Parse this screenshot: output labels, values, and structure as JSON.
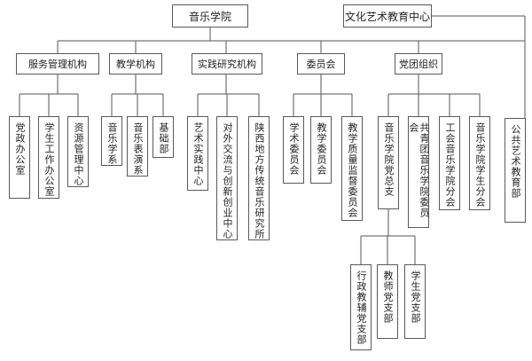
{
  "root": {
    "label": "音乐学院"
  },
  "culture_center": {
    "label": "文化艺术教育中心"
  },
  "departments": [
    {
      "key": "service",
      "label": "服务管理机构",
      "children": [
        "党政办公室",
        "学生工作办公室",
        "资源管理中心"
      ]
    },
    {
      "key": "teaching",
      "label": "教学机构",
      "children": [
        "音乐学系",
        "音乐表演系",
        "基础部"
      ]
    },
    {
      "key": "practice",
      "label": "实践研究机构",
      "children": [
        "艺术实践中心",
        "对外交流与创新创业中心",
        "陕西地方传统音乐研究所"
      ]
    },
    {
      "key": "committee",
      "label": "委员会",
      "children": [
        "学术委员会",
        "教学委员会",
        "教学质量监督委员会"
      ]
    },
    {
      "key": "party",
      "label": "党团组织",
      "children": [
        "音乐学院党总支",
        "共青团音乐学院委员会",
        "工会音乐学院分会",
        "音乐学院学生分会"
      ]
    }
  ],
  "party_branches": [
    "行政教辅党支部",
    "教师党支部",
    "学生党支部"
  ],
  "culture_child": "公共艺术教育部"
}
